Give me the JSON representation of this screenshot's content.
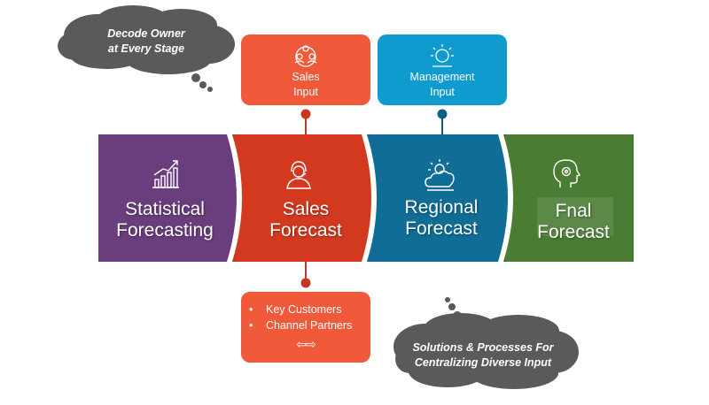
{
  "clouds": {
    "top": {
      "line1": "Decode Owner",
      "line2": "at Every Stage"
    },
    "bottom": {
      "line1": "Solutions & Processes For",
      "line2": "Centralizing Diverse Input"
    }
  },
  "inputs": {
    "sales": {
      "line1": "Sales",
      "line2": "Input",
      "icon": "people-network-icon"
    },
    "management": {
      "line1": "Management",
      "line2": "Input",
      "icon": "lightbulb-user-icon"
    }
  },
  "stages": [
    {
      "line1": "Statistical",
      "line2": "Forecasting",
      "icon": "bar-chart-icon",
      "color": "#6a3d7c"
    },
    {
      "line1": "Sales",
      "line2": "Forecast",
      "icon": "headset-user-icon",
      "color": "#d2391f"
    },
    {
      "line1": "Regional",
      "line2": "Forecast",
      "icon": "sun-cloud-icon",
      "color": "#106d96"
    },
    {
      "line1": "Fnal",
      "line2": "Forecast",
      "icon": "head-gear-icon",
      "color": "#4a7c34"
    }
  ],
  "bottom_box": {
    "items": [
      "Key Customers",
      "Channel Partners"
    ],
    "arrows": "⇦⇨"
  },
  "colors": {
    "orange": "#f0593a",
    "blue": "#0f9bcd",
    "cloud": "#5a5a5a",
    "connector_red": "#c4381f",
    "connector_blue": "#0a5f86"
  }
}
